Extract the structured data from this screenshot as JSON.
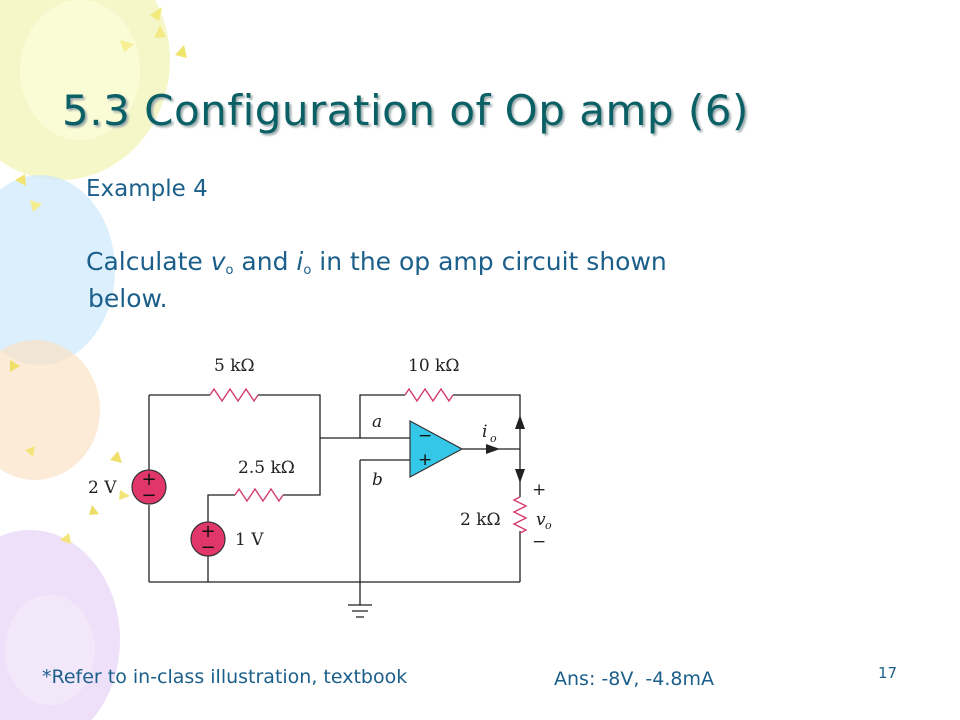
{
  "slide": {
    "title": "5.3 Configuration of Op amp (6)",
    "subtitle": "Example 4",
    "question": {
      "prefix": "Calculate ",
      "var1": "v",
      "var1_sub": "o",
      "mid": " and ",
      "var2": "i",
      "var2_sub": "o",
      "suffix": " in the op amp circuit shown",
      "line2": "below."
    },
    "footnote": "*Refer to in-class illustration, textbook",
    "answer": "Ans: -8V, -4.8mA",
    "page_number": "17"
  },
  "circuit": {
    "labels": {
      "r1": "5 kΩ",
      "r2": "10 kΩ",
      "r3": "2.5 kΩ",
      "r4": "2 kΩ",
      "vs1": "2 V",
      "vs2": "1 V",
      "node_a": "a",
      "node_b": "b",
      "io": "i",
      "io_sub": "o",
      "vo": "v",
      "vo_sub": "o",
      "plus": "+",
      "minus": "−"
    }
  },
  "colors": {
    "title": "#0b6066",
    "text": "#1b5f8a",
    "source_fill": "#e0366a",
    "opamp_fill": "#35c7e8",
    "resistor": "#d43c6c"
  }
}
